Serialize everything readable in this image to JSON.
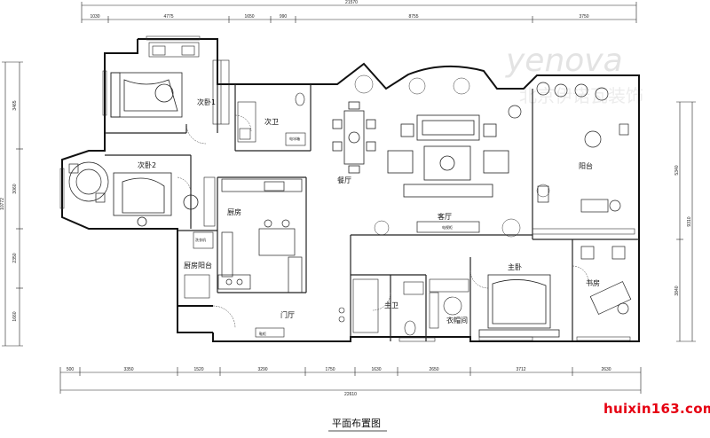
{
  "title": "平面布置图",
  "site": "huixin163.com",
  "watermark": {
    "brand": "yenova",
    "cn": "北京伊诺瓦装饰"
  },
  "rooms": {
    "bedroom2a": "次卧1",
    "bath2": "次卫",
    "bedroom2b": "次卧2",
    "dining": "餐厅",
    "living": "客厅",
    "balcony": "阳台",
    "kitchen": "厨房",
    "kitchen_balcony": "厨房阳台",
    "foyer": "门厅",
    "master_bath": "主卫",
    "closet": "衣帽间",
    "master": "主卧",
    "study": "书房"
  },
  "labels": {
    "washer": "洗衣机",
    "shoe_cabinet": "鞋柜",
    "appliance": "电视柜",
    "cabinet": "电冰箱"
  },
  "dims": {
    "top_total": "21570",
    "top": [
      "1030",
      "4775",
      "1650",
      "990",
      "8755",
      "3750"
    ],
    "bottom": [
      "500",
      "3350",
      "1520",
      "3290",
      "1750",
      "1630",
      "2650",
      "3712",
      "2630"
    ],
    "bottom_total": "22610",
    "left": [
      "3465",
      "3060",
      "2350",
      "1660"
    ],
    "left_total": "10772",
    "right": [
      "5340",
      "3840"
    ],
    "right_total": "9310"
  },
  "colors": {
    "line": "#222222",
    "brand": "#e60012"
  }
}
